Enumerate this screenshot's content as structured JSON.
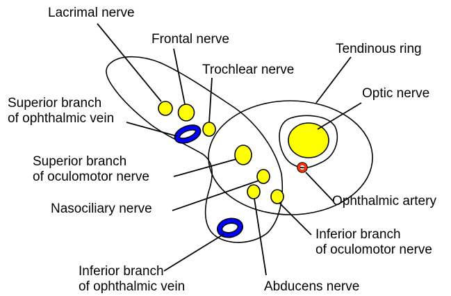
{
  "labels": {
    "lacrimal_nerve": "Lacrimal nerve",
    "frontal_nerve": "Frontal nerve",
    "trochlear_nerve": "Trochlear nerve",
    "tendinous_ring": "Tendinous ring",
    "optic_nerve": "Optic nerve",
    "superior_vein_line1": "Superior branch",
    "superior_vein_line2": "of ophthalmic vein",
    "superior_oculomotor_line1": "Superior branch",
    "superior_oculomotor_line2": "of oculomotor nerve",
    "nasociliary_nerve": "Nasociliary nerve",
    "ophthalmic_artery": "Ophthalmic artery",
    "inferior_oculomotor_line1": "Inferior branch",
    "inferior_oculomotor_line2": "of oculomotor nerve",
    "inferior_vein_line1": "Inferior branch",
    "inferior_vein_line2": "of ophthalmic vein",
    "abducens_nerve": "Abducens nerve"
  },
  "colors": {
    "nerve_fill": "#ffff00",
    "vein_fill": "#0000ff",
    "artery_fill": "#ff3300",
    "outline": "#000000",
    "background": "#ffffff"
  }
}
